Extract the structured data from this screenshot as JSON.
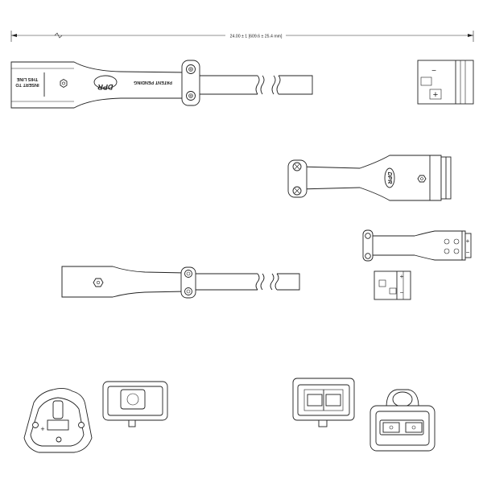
{
  "dimension": {
    "label": "24.00 ± 1 [609.6 ± 25.4 mm]"
  },
  "connector_top": {
    "insert_line1": "INSERT TO",
    "insert_line2": "THIS LINE",
    "patent": "PATENT PENDING",
    "logo": "DPR"
  },
  "connector_mid": {
    "logo": "DPR"
  },
  "polarity": {
    "minus": "−",
    "plus": "+"
  }
}
